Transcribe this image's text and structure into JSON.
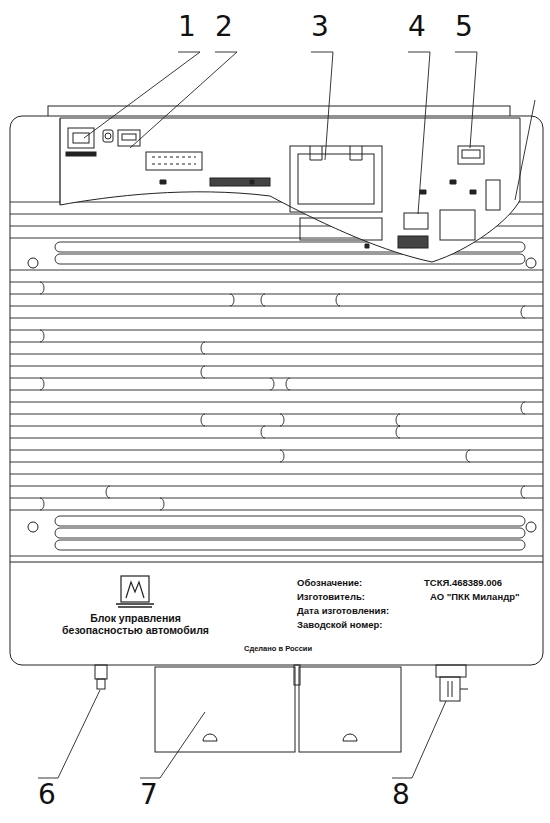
{
  "diagram": {
    "labels": [
      "1",
      "2",
      "3",
      "4",
      "5",
      "Блок управления безопасностью автомобиля",
      "Обозначение:",
      "ТСКЯ.468389.006",
      "Изготовитель:",
      "АО \"ПКК Миландр\"",
      "Дата изготовления:",
      "Заводской номер:",
      "Сделано в России",
      "6",
      "7",
      "8"
    ]
  }
}
